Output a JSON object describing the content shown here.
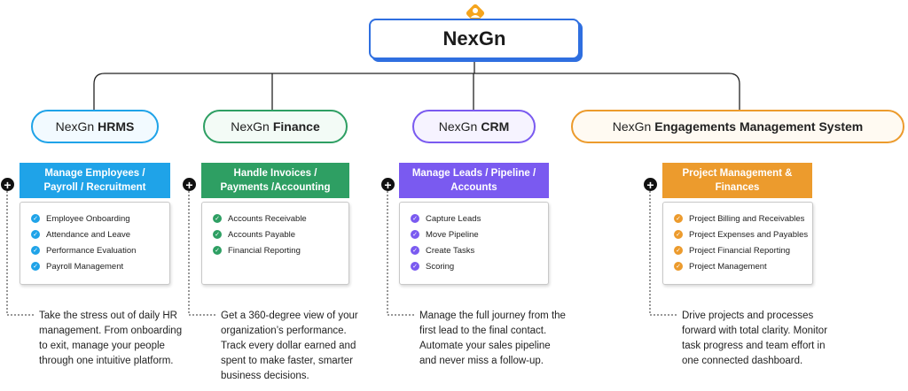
{
  "root": {
    "title": "NexGn"
  },
  "colors": {
    "root_border": "#2f6fe0",
    "hrms": "#1fa3e8",
    "finance": "#2e9f63",
    "crm": "#7a5af0",
    "ems": "#ec9b2d",
    "logo": "#f5a41c"
  },
  "modules": [
    {
      "prefix": "NexGn",
      "name": "HRMS",
      "heading_line1": "Manage Employees /",
      "heading_line2": "Payroll / Recruitment",
      "items": [
        "Employee Onboarding",
        "Attendance and Leave",
        "Performance Evaluation",
        "Payroll Management"
      ],
      "description": "Take the stress out of daily HR management. From onboarding to exit, manage your people through one intuitive platform."
    },
    {
      "prefix": "NexGn",
      "name": "Finance",
      "heading_line1": "Handle Invoices /",
      "heading_line2": "Payments /Accounting",
      "items": [
        "Accounts Receivable",
        "Accounts Payable",
        "Financial Reporting"
      ],
      "description": "Get a 360-degree view of your organization’s performance. Track every dollar earned and spent to make faster, smarter business decisions."
    },
    {
      "prefix": "NexGn",
      "name": "CRM",
      "heading_line1": "Manage Leads / Pipeline /",
      "heading_line2": "Accounts",
      "items": [
        "Capture Leads",
        "Move Pipeline",
        "Create Tasks",
        "Scoring"
      ],
      "description": "Manage the full journey from the first lead to the final contact. Automate your sales pipeline and never miss a follow-up."
    },
    {
      "prefix": "NexGn",
      "name": "Engagements Management System",
      "heading_line1": "Project Management &",
      "heading_line2": "Finances",
      "items": [
        "Project Billing and Receivables",
        "Project Expenses and Payables",
        "Project Financial Reporting",
        "Project Management"
      ],
      "description": "Drive projects and processes forward with total clarity. Monitor task progress and team effort in one connected dashboard."
    }
  ],
  "icons": {
    "logo": "user-diamond-icon",
    "expand": "plus-circle-icon",
    "item": "check-circle-icon"
  }
}
